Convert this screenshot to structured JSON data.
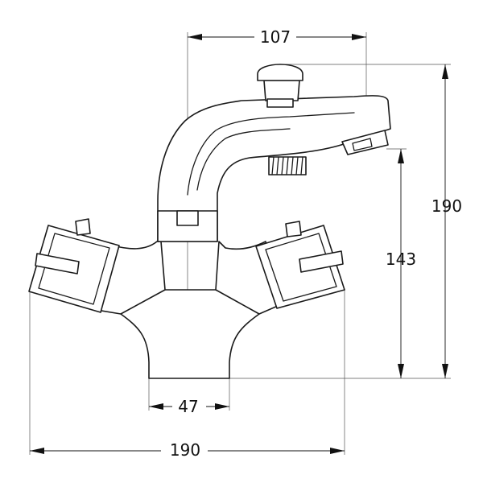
{
  "drawing": {
    "subject": "",
    "dimensions": {
      "top_width": "107",
      "overall_height": "190",
      "outlet_height": "143",
      "base_width": "47",
      "overall_width": "190"
    }
  }
}
